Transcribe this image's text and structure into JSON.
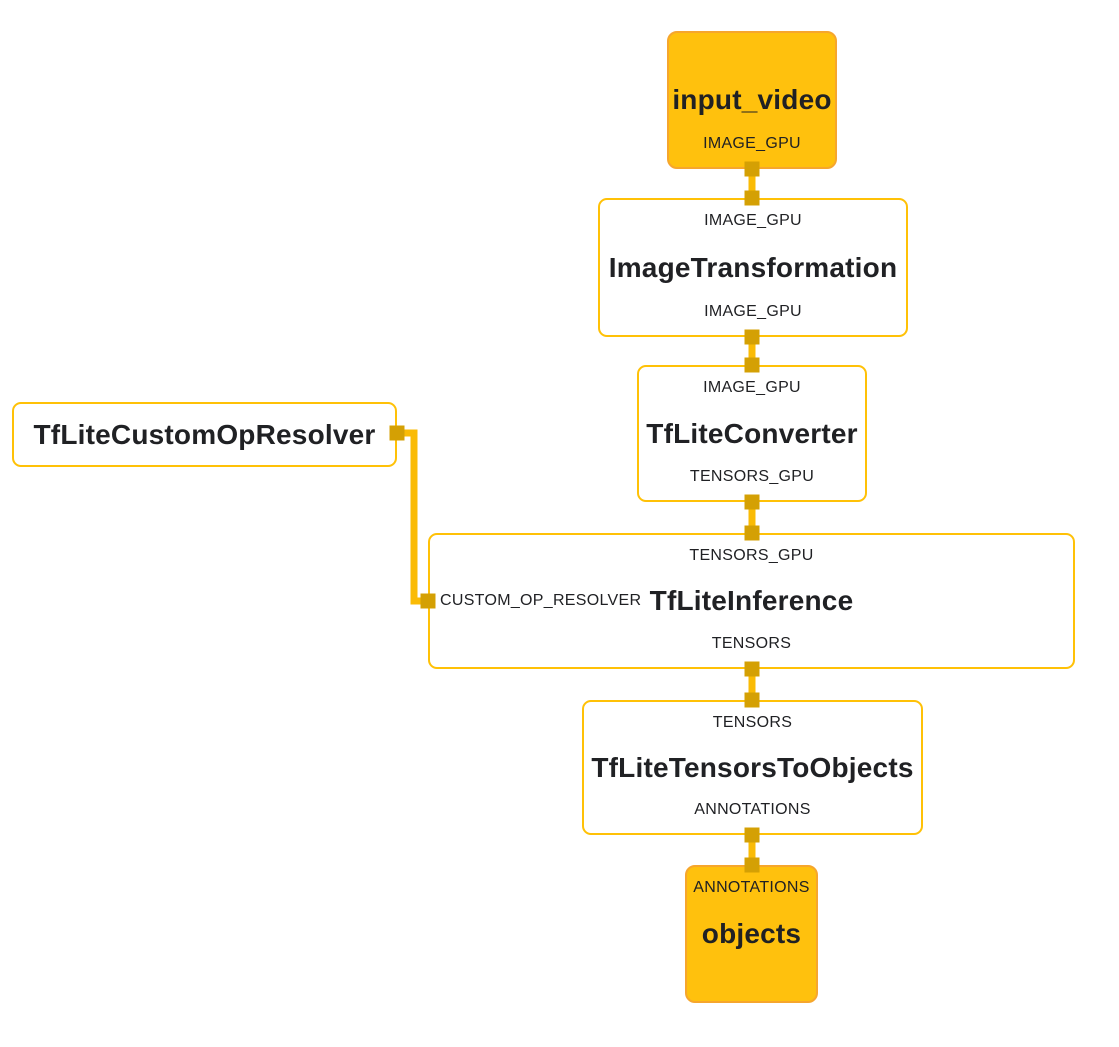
{
  "colors": {
    "background": "#FFFFFF",
    "node_border": "#FFC107",
    "stream_node_fill": "#FFC10D",
    "stream_node_border": "#F6A62D",
    "edge_line": "#FABB05",
    "port_marker": "#D4A004",
    "text": "#202124"
  },
  "nodes": {
    "input_video": {
      "label": "input_video",
      "output_port": "IMAGE_GPU"
    },
    "image_transformation": {
      "input_port": "IMAGE_GPU",
      "label": "ImageTransformation",
      "output_port": "IMAGE_GPU"
    },
    "tflite_converter": {
      "input_port": "IMAGE_GPU",
      "label": "TfLiteConverter",
      "output_port": "TENSORS_GPU"
    },
    "tflite_custom_op_resolver": {
      "label": "TfLiteCustomOpResolver"
    },
    "tflite_inference": {
      "input_port": "TENSORS_GPU",
      "side_input_port": "CUSTOM_OP_RESOLVER",
      "label": "TfLiteInference",
      "output_port": "TENSORS"
    },
    "tflite_tensors_to_objects": {
      "input_port": "TENSORS",
      "label": "TfLiteTensorsToObjects",
      "output_port": "ANNOTATIONS"
    },
    "objects": {
      "input_port": "ANNOTATIONS",
      "label": "objects"
    }
  },
  "edges": [
    {
      "from": "input_video",
      "to": "ImageTransformation",
      "stream": "IMAGE_GPU"
    },
    {
      "from": "ImageTransformation",
      "to": "TfLiteConverter",
      "stream": "IMAGE_GPU"
    },
    {
      "from": "TfLiteConverter",
      "to": "TfLiteInference",
      "stream": "TENSORS_GPU"
    },
    {
      "from": "TfLiteCustomOpResolver",
      "to": "TfLiteInference",
      "stream": "CUSTOM_OP_RESOLVER"
    },
    {
      "from": "TfLiteInference",
      "to": "TfLiteTensorsToObjects",
      "stream": "TENSORS"
    },
    {
      "from": "TfLiteTensorsToObjects",
      "to": "objects",
      "stream": "ANNOTATIONS"
    }
  ]
}
